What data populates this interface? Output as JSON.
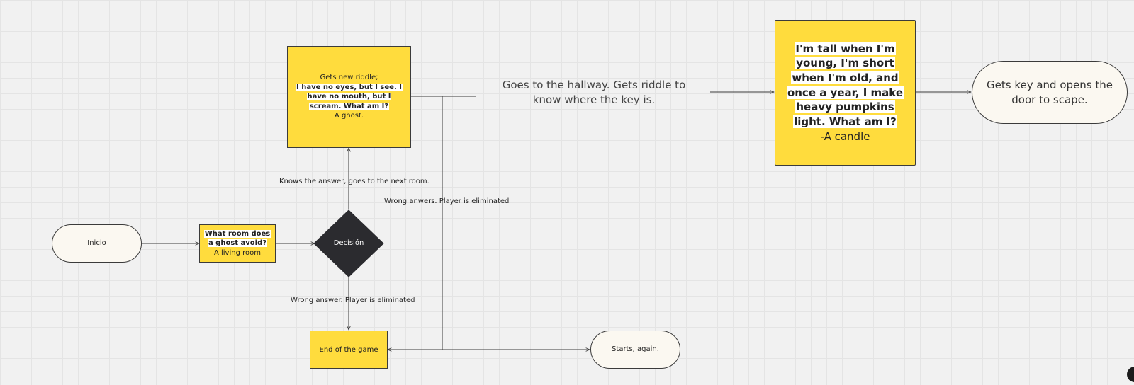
{
  "colors": {
    "canvas": "#f1f1f1",
    "sticky": "#ffdc3d",
    "terminal_fill": "#fbf8f1",
    "decision_fill": "#2b2b2f",
    "connector": "#3b3b3b"
  },
  "nodes": {
    "start": {
      "label": "Inicio"
    },
    "room_question": {
      "question": "What room does a ghost avoid?",
      "answer": "A living room"
    },
    "decision": {
      "label": "Decisión"
    },
    "ghost_riddle": {
      "lead": "Gets new riddle;",
      "question": "I have no eyes, but I see. I have no mouth, but I scream. What am I?",
      "answer": "A ghost."
    },
    "hallway": {
      "text": "Goes to the hallway. Gets riddle to know where the key is."
    },
    "candle_riddle": {
      "question": "I'm tall when I'm young, I'm short when I'm old, and once a year, I make heavy pumpkins light. What am I?",
      "answer": "-A candle"
    },
    "key": {
      "label": "Gets key and opens the door to scape."
    },
    "end": {
      "label": "End of the game"
    },
    "restart": {
      "label": "Starts, again."
    }
  },
  "connector_labels": {
    "knows_answer": "Knows the answer, goes to the next room.",
    "wrong_answer": "Wrong answer. Player is eliminated",
    "wrong_anwers": "Wrong anwers. Player is eliminated"
  },
  "icons": {
    "corner": "avatar-blob"
  }
}
